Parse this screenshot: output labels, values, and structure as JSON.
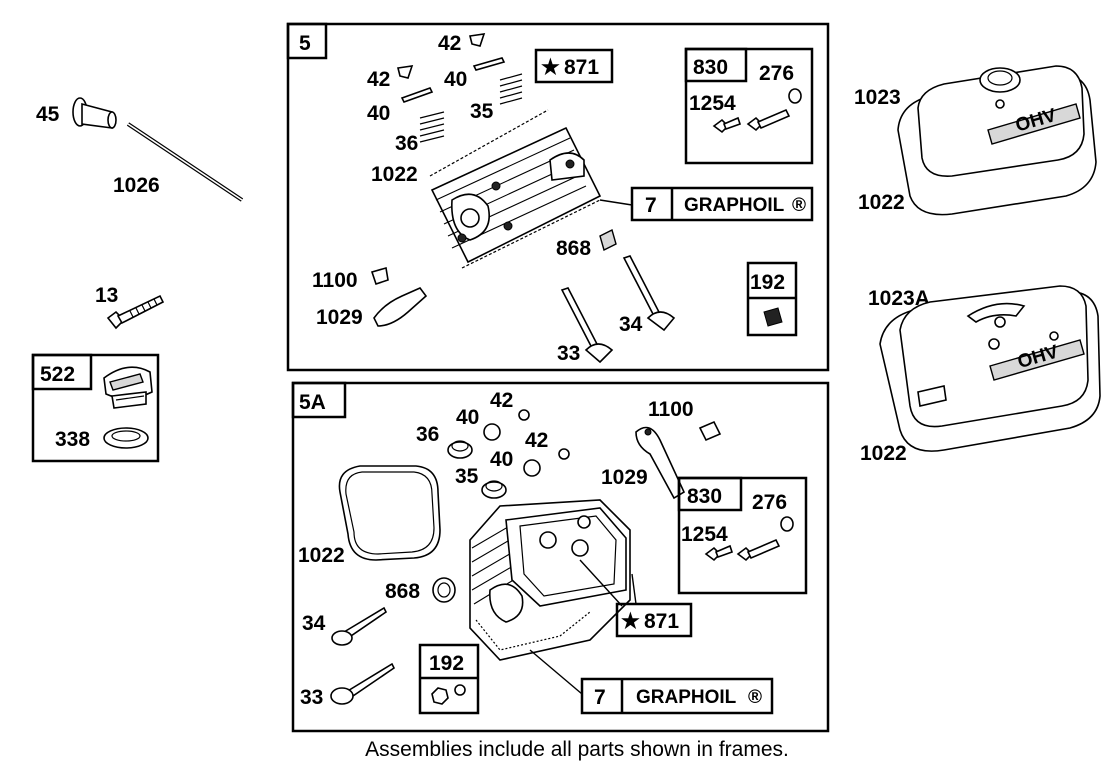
{
  "parts": {
    "p45": "45",
    "p1026": "1026",
    "p13": "13",
    "box522": {
      "title": "522",
      "p338": "338"
    },
    "p1023": "1023",
    "p1022_top": "1022",
    "p1023A": "1023A",
    "p1022_bottom": "1022"
  },
  "frame5": {
    "title": "5",
    "kit871": "871",
    "p42a": "42",
    "p42b": "42",
    "p40a": "40",
    "p40b": "40",
    "p35": "35",
    "p36": "36",
    "p1022": "1022",
    "p1100": "1100",
    "p1029": "1029",
    "p868": "868",
    "p34": "34",
    "p33": "33",
    "box830": {
      "title": "830",
      "p276": "276",
      "p1254": "1254"
    },
    "graphoil": {
      "num": "7",
      "text": "GRAPHOIL",
      "mark": "®"
    },
    "box192": {
      "title": "192"
    }
  },
  "frame5A": {
    "title": "5A",
    "p42a": "42",
    "p42b": "42",
    "p40a": "40",
    "p40b": "40",
    "p36": "36",
    "p35": "35",
    "p1100": "1100",
    "p1029": "1029",
    "p1022": "1022",
    "p868": "868",
    "p34": "34",
    "p33": "33",
    "kit871": "871",
    "box830": {
      "title": "830",
      "p276": "276",
      "p1254": "1254"
    },
    "graphoil": {
      "num": "7",
      "text": "GRAPHOIL",
      "mark": "®"
    },
    "box192": {
      "title": "192"
    }
  },
  "covers": {
    "stamp": "OHV"
  },
  "symbols": {
    "star": "★"
  },
  "caption": "Assemblies include all parts shown in frames."
}
